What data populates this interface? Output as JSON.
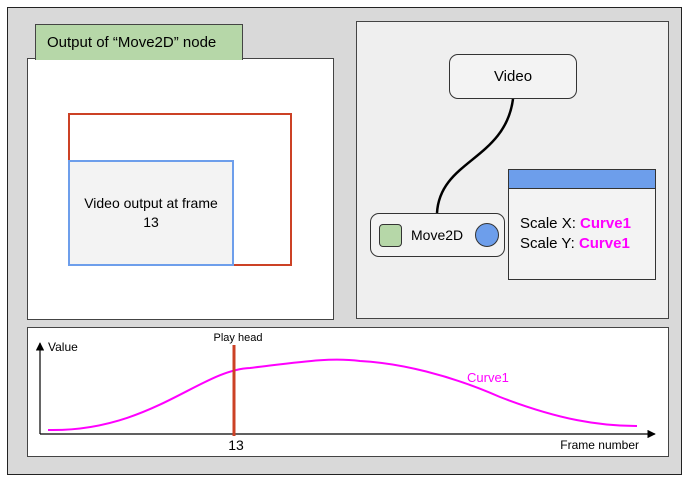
{
  "output_panel": {
    "tab_label": "Output of “Move2D” node",
    "video_output_text": "Video output at frame 13"
  },
  "node_graph": {
    "video_node_label": "Video",
    "move2d_node_label": "Move2D",
    "params": {
      "scale_x_label": "Scale X:",
      "scale_x_value": "Curve1",
      "scale_y_label": "Scale Y:",
      "scale_y_value": "Curve1"
    }
  },
  "timeline": {
    "y_axis_label": "Value",
    "x_axis_label": "Frame number",
    "curve_label": "Curve1",
    "playhead_label": "Play head",
    "playhead_frame": "13"
  },
  "colors": {
    "curve": "#ff00ff",
    "playhead": "#cc4125",
    "move2d_output_frame": "#cc4125",
    "video_frame": "#6d9eeb",
    "node_input": "#b6d7a8",
    "node_output": "#6d9eeb"
  }
}
